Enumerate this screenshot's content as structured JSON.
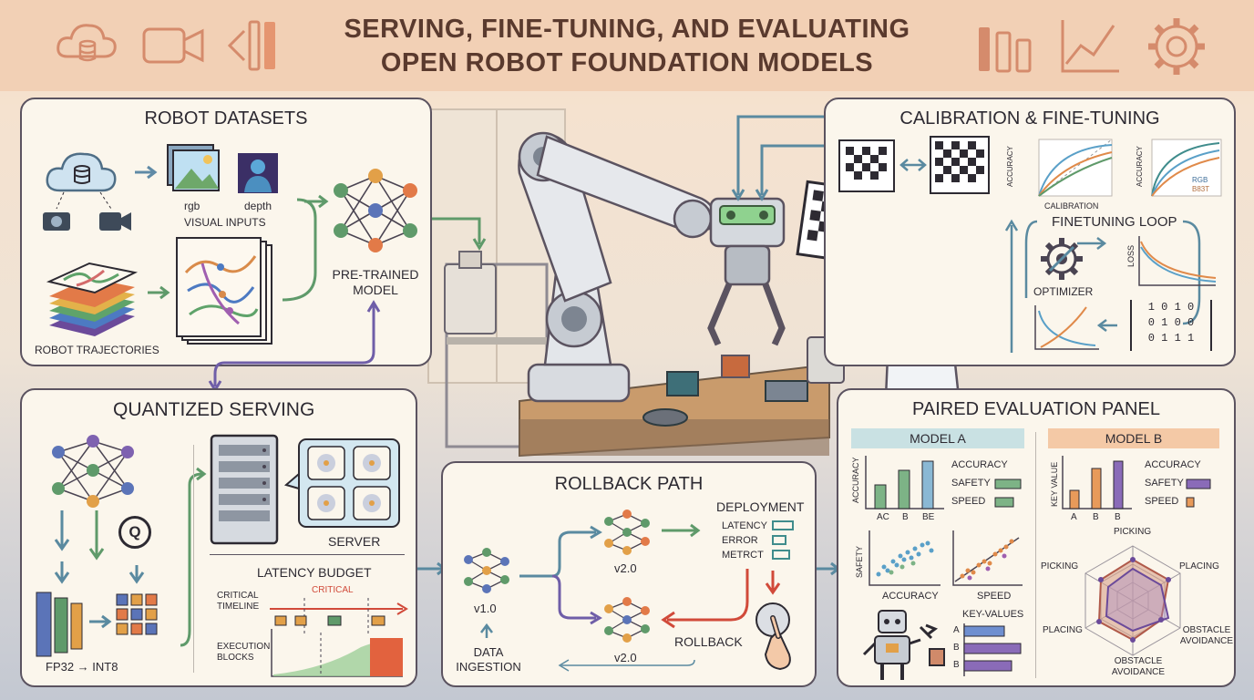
{
  "title_line1": "SERVING, FINE-TUNING, AND EVALUATING",
  "title_line2": "OPEN ROBOT FOUNDATION MODELS",
  "header_icons": [
    "cloud-database-icon",
    "video-camera-icon",
    "bar-icon",
    "bar-chart-icon",
    "line-chart-icon",
    "gear-icon"
  ],
  "robot_datasets": {
    "title": "ROBOT DATASETS",
    "rgb": "rgb",
    "depth": "depth",
    "visual_inputs": "VISUAL INPUTS",
    "trajectories": "ROBOT TRAJECTORIES",
    "pretrained_line1": "PRE-TRAINED",
    "pretrained_line2": "MODEL"
  },
  "calibration": {
    "title": "CALIBRATION & FINE-TUNING",
    "accuracy": "ACCURACY",
    "calibration_label": "CALIBRATION",
    "legend_rgb": "RGB",
    "legend_b": "B83T",
    "loop_title": "FINETUNING LOOP",
    "optimizer": "OPTIMIZER",
    "loss": "LOSS",
    "matrix": [
      "1 0 1 0",
      "0 1 0 0",
      "0 1 1 1"
    ]
  },
  "quantized": {
    "title": "QUANTIZED SERVING",
    "server": "SERVER",
    "quant_symbol": "Q",
    "conversion": "FP32 → INT8",
    "latency_budget": "LATENCY BUDGET",
    "critical_timeline_line1": "CRITICAL",
    "critical_timeline_line2": "TIMELINE",
    "critical": "CRITICAL",
    "execution_blocks_line1": "EXECUTION",
    "execution_blocks_line2": "BLOCKS"
  },
  "rollback": {
    "title": "ROLLBACK PATH",
    "v1": "v1.0",
    "v2_top": "v2.0",
    "v2_bottom": "v2.0",
    "deployment": "DEPLOYMENT",
    "metrics": [
      "LATENCY",
      "ERROR",
      "METRCT"
    ],
    "rollback": "ROLLBACK",
    "data_line1": "DATA",
    "data_line2": "INGESTION"
  },
  "evaluation": {
    "title": "PAIRED EVALUATION PANEL",
    "model_a": "MODEL A",
    "model_b": "MODEL B",
    "a_ylabel": "ACCURACY",
    "a_xlabels": [
      "AC",
      "B",
      "BE"
    ],
    "b_ylabel": "KEY VALUE",
    "b_xlabels": [
      "A",
      "B",
      "B"
    ],
    "metric_labels": [
      "ACCURACY",
      "SAFETY",
      "SPEED"
    ],
    "safety_label": "SAFETY",
    "accuracy_label": "ACCURACY",
    "speed_label": "SPEED",
    "key_values_title": "KEY-VALUES",
    "key_value_rows": [
      "A",
      "B",
      "B"
    ],
    "radar_labels": [
      "PICKING",
      "PLACING",
      "OBSTACLE AVOIDANCE",
      "OBSTACLE AVOIDANCE",
      "PLACING",
      "PICKING"
    ]
  }
}
